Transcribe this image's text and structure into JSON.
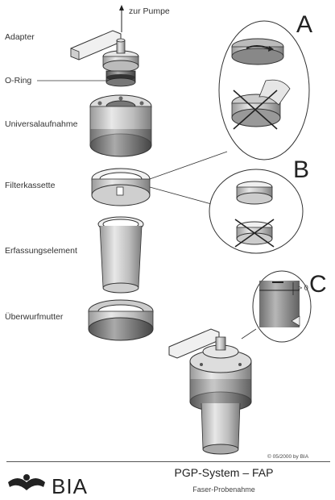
{
  "labels": {
    "pump": "zur Pumpe",
    "adapter": "Adapter",
    "oring": "O-Ring",
    "universal": "Universalaufnahme",
    "filter": "Filterkassette",
    "erfassung": "Erfassungselement",
    "ueberwurf": "Überwurfmutter"
  },
  "callouts": {
    "a": "A",
    "b": "B",
    "c": "C",
    "gap": "> 0"
  },
  "copyright": "© 05/2000 by BIA",
  "footer": {
    "brand": "BIA",
    "title": "PGP-System – FAP",
    "subtitle": "Faser-Probenahme"
  }
}
